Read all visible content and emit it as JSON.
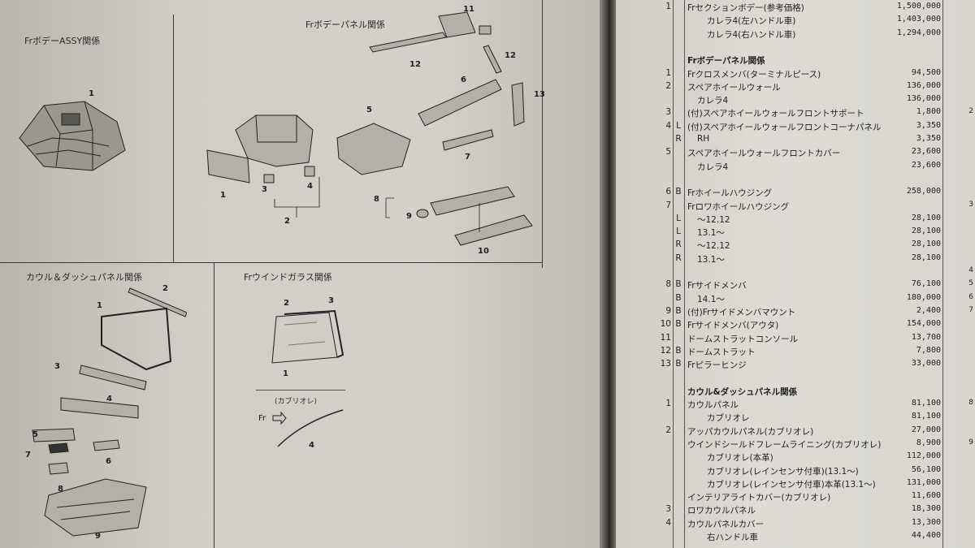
{
  "left_page": {
    "sections": [
      {
        "title": "FrボデーASSY関係",
        "callouts": [
          "1"
        ]
      },
      {
        "title": "Frボデーパネル関係",
        "callouts": [
          "11",
          "12",
          "12",
          "6",
          "13",
          "5",
          "1",
          "3",
          "4",
          "2",
          "7",
          "8",
          "9",
          "10"
        ]
      },
      {
        "title": "カウル＆ダッシュパネル関係",
        "callouts": [
          "2",
          "1",
          "3",
          "4",
          "5",
          "6",
          "7",
          "8",
          "9"
        ]
      },
      {
        "title": "Frウインドガラス関係",
        "callouts": [
          "2",
          "3",
          "1",
          "4"
        ],
        "sub_label": "(カブリオレ)",
        "arrow_label": "Fr"
      }
    ]
  },
  "parts_table": {
    "rows": [
      {
        "no": "1",
        "code": "",
        "name": "Frセクションボデー(参考価格)",
        "price": "1,500,000",
        "qty": "",
        "indent": 0
      },
      {
        "no": "",
        "code": "",
        "name": "カレラ4(左ハンドル車)",
        "price": "1,403,000",
        "qty": "",
        "indent": 2
      },
      {
        "no": "",
        "code": "",
        "name": "カレラ4(右ハンドル車)",
        "price": "1,294,000",
        "qty": "",
        "indent": 2
      },
      {
        "no": "",
        "code": "",
        "name": "",
        "price": "",
        "qty": "",
        "indent": 0
      },
      {
        "no": "",
        "code": "",
        "name": "Frボデーパネル関係",
        "price": "",
        "qty": "",
        "indent": 0,
        "header": true
      },
      {
        "no": "1",
        "code": "",
        "name": "Frクロスメンバ(ターミナルピース)",
        "price": "94,500",
        "qty": "",
        "indent": 0
      },
      {
        "no": "2",
        "code": "",
        "name": "スペアホイールウォール",
        "price": "136,000",
        "qty": "",
        "indent": 0
      },
      {
        "no": "",
        "code": "",
        "name": "カレラ4",
        "price": "136,000",
        "qty": "",
        "indent": 1
      },
      {
        "no": "3",
        "code": "",
        "name": "(付)スペアホイールウォールフロントサポート",
        "price": "1,800",
        "qty": "2",
        "indent": 0
      },
      {
        "no": "4",
        "code": "L",
        "name": "(付)スペアホイールウォールフロントコーナパネル",
        "price": "3,350",
        "qty": "",
        "indent": 0
      },
      {
        "no": "",
        "code": "R",
        "name": "RH",
        "price": "3,350",
        "qty": "",
        "indent": 1
      },
      {
        "no": "5",
        "code": "",
        "name": "スペアホイールウォールフロントカバー",
        "price": "23,600",
        "qty": "",
        "indent": 0
      },
      {
        "no": "",
        "code": "",
        "name": "カレラ4",
        "price": "23,600",
        "qty": "",
        "indent": 1
      },
      {
        "no": "",
        "code": "",
        "name": "",
        "price": "",
        "qty": "",
        "indent": 0
      },
      {
        "no": "6",
        "code": "B",
        "name": "Frホイールハウジング",
        "price": "258,000",
        "qty": "",
        "indent": 0
      },
      {
        "no": "7",
        "code": "",
        "name": "Frロワホイールハウジング",
        "price": "",
        "qty": "3",
        "indent": 0
      },
      {
        "no": "",
        "code": "L",
        "name": "～12.12",
        "price": "28,100",
        "qty": "",
        "indent": 1
      },
      {
        "no": "",
        "code": "L",
        "name": "13.1～",
        "price": "28,100",
        "qty": "",
        "indent": 1
      },
      {
        "no": "",
        "code": "R",
        "name": "～12.12",
        "price": "28,100",
        "qty": "",
        "indent": 1
      },
      {
        "no": "",
        "code": "R",
        "name": "13.1～",
        "price": "28,100",
        "qty": "",
        "indent": 1
      },
      {
        "no": "",
        "code": "",
        "name": "",
        "price": "",
        "qty": "4",
        "indent": 0
      },
      {
        "no": "8",
        "code": "B",
        "name": "Frサイドメンバ",
        "price": "76,100",
        "qty": "5",
        "indent": 0
      },
      {
        "no": "",
        "code": "B",
        "name": "14.1～",
        "price": "180,000",
        "qty": "6",
        "indent": 1
      },
      {
        "no": "9",
        "code": "B",
        "name": "(付)Frサイドメンバマウント",
        "price": "2,400",
        "qty": "7",
        "indent": 0
      },
      {
        "no": "10",
        "code": "B",
        "name": "Frサイドメンバ(アウタ)",
        "price": "154,000",
        "qty": "",
        "indent": 0
      },
      {
        "no": "11",
        "code": "",
        "name": "ドームストラットコンソール",
        "price": "13,700",
        "qty": "",
        "indent": 0
      },
      {
        "no": "12",
        "code": "B",
        "name": "ドームストラット",
        "price": "7,800",
        "qty": "",
        "indent": 0
      },
      {
        "no": "13",
        "code": "B",
        "name": "Frピラーヒンジ",
        "price": "33,000",
        "qty": "",
        "indent": 0
      },
      {
        "no": "",
        "code": "",
        "name": "",
        "price": "",
        "qty": "",
        "indent": 0
      },
      {
        "no": "",
        "code": "",
        "name": "カウル&ダッシュパネル関係",
        "price": "",
        "qty": "",
        "indent": 0,
        "header": true
      },
      {
        "no": "1",
        "code": "",
        "name": "カウルパネル",
        "price": "81,100",
        "qty": "8",
        "indent": 0
      },
      {
        "no": "",
        "code": "",
        "name": "カブリオレ",
        "price": "81,100",
        "qty": "",
        "indent": 2
      },
      {
        "no": "2",
        "code": "",
        "name": "アッパカウルパネル(カブリオレ)",
        "price": "27,000",
        "qty": "",
        "indent": 0
      },
      {
        "no": "",
        "code": "",
        "name": "ウインドシールドフレームライニング(カブリオレ)",
        "price": "8,900",
        "qty": "9",
        "indent": 0
      },
      {
        "no": "",
        "code": "",
        "name": "カブリオレ(本革)",
        "price": "112,000",
        "qty": "",
        "indent": 2
      },
      {
        "no": "",
        "code": "",
        "name": "カブリオレ(レインセンサ付車)(13.1～)",
        "price": "56,100",
        "qty": "",
        "indent": 2
      },
      {
        "no": "",
        "code": "",
        "name": "カブリオレ(レインセンサ付車)本革(13.1～)",
        "price": "131,000",
        "qty": "",
        "indent": 2
      },
      {
        "no": "",
        "code": "",
        "name": "インテリアライトカバー(カブリオレ)",
        "price": "11,600",
        "qty": "",
        "indent": 0
      },
      {
        "no": "3",
        "code": "",
        "name": "ロワカウルパネル",
        "price": "18,300",
        "qty": "",
        "indent": 0
      },
      {
        "no": "4",
        "code": "",
        "name": "カウルパネルカバー",
        "price": "13,300",
        "qty": "",
        "indent": 0
      },
      {
        "no": "",
        "code": "",
        "name": "右ハンドル車",
        "price": "44,400",
        "qty": "",
        "indent": 2
      }
    ]
  }
}
